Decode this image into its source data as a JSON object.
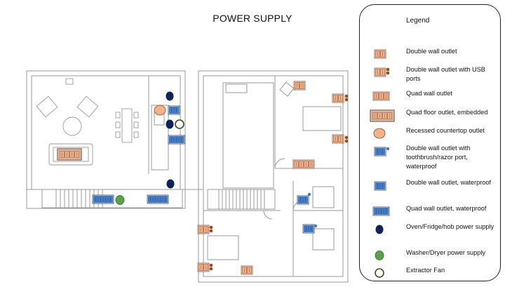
{
  "title": "POWER SUPPLY",
  "legend": {
    "title": "Legend",
    "items": [
      {
        "key": "double",
        "label": "Double wall outlet",
        "icon": "double-wall-outlet-icon"
      },
      {
        "key": "double-usb",
        "label": "Double wall outlet with USB ports",
        "icon": "double-outlet-usb-icon"
      },
      {
        "key": "quad",
        "label": "Quad wall outlet",
        "icon": "quad-wall-outlet-icon"
      },
      {
        "key": "quad-floor",
        "label": "Quad floor outlet, embedded",
        "icon": "quad-floor-outlet-icon"
      },
      {
        "key": "recessed",
        "label": "Recessed countertop outlet",
        "icon": "recessed-countertop-outlet-icon"
      },
      {
        "key": "double-razor",
        "label": "Double wall outlet with toothbrush/razor port, waterproof",
        "icon": "razor-port-outlet-icon"
      },
      {
        "key": "double-wp",
        "label": "Double wall outlet, waterproof",
        "icon": "waterproof-double-outlet-icon"
      },
      {
        "key": "quad-wp",
        "label": "Quad wall outlet, waterproof",
        "icon": "waterproof-quad-outlet-icon"
      },
      {
        "key": "oven",
        "label": "Oven/Fridge/hob power supply",
        "icon": "appliance-supply-icon"
      },
      {
        "key": "washer",
        "label": "Washer/Dryer power supply",
        "icon": "washer-supply-icon"
      },
      {
        "key": "fan",
        "label": "Extractor Fan",
        "icon": "extractor-fan-icon"
      }
    ]
  },
  "colors": {
    "outlet_fill": "#f4b28a",
    "outlet_stroke": "#8a4a25",
    "usb_dot": "#9a4a1e",
    "waterproof_fill": "#3f7fd0",
    "waterproof_stroke": "#123a7a",
    "razor_dot": "#4a7ca6",
    "appliance": "#0e2356",
    "washer_fill": "#5ba04a",
    "washer_stroke": "#2f6a25",
    "fan_stroke": "#3b4a1c",
    "wall": "#9a9a9a"
  }
}
